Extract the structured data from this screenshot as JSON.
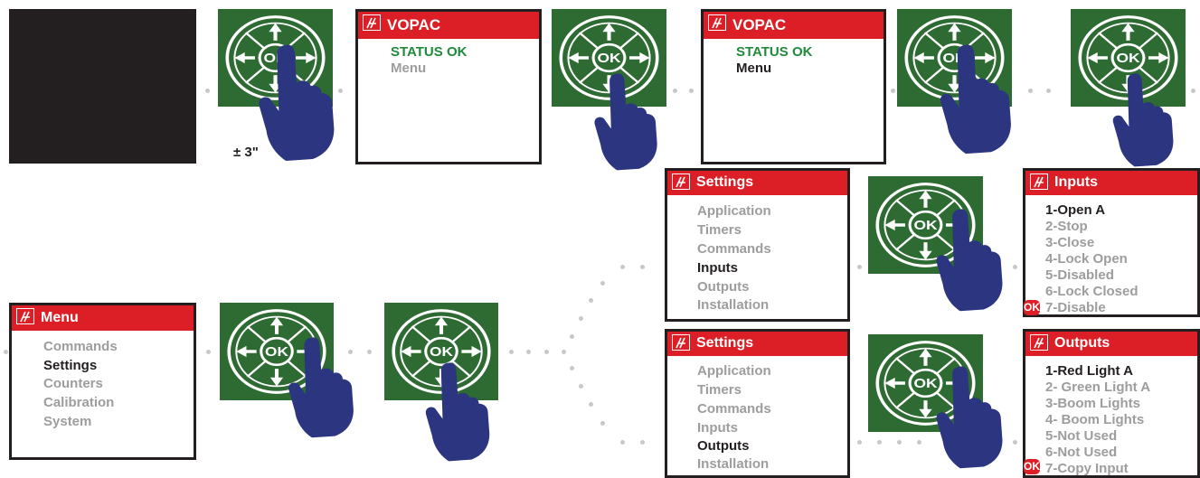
{
  "timing_label": "± 3\"",
  "screens": {
    "vopac1": {
      "title": "VOPAC",
      "items": [
        "STATUS OK",
        "Menu"
      ]
    },
    "vopac2": {
      "title": "VOPAC",
      "items": [
        "STATUS OK",
        "Menu"
      ]
    },
    "menu": {
      "title": "Menu",
      "items": [
        "Commands",
        "Settings",
        "Counters",
        "Calibration",
        "System"
      ]
    },
    "settings1": {
      "title": "Settings",
      "items": [
        "Application",
        "Timers",
        "Commands",
        "Inputs",
        "Outputs",
        "Installation"
      ]
    },
    "settings2": {
      "title": "Settings",
      "items": [
        "Application",
        "Timers",
        "Commands",
        "Inputs",
        "Outputs",
        "Installation"
      ]
    },
    "inputs": {
      "title": "Inputs",
      "items": [
        "1-Open A",
        "2-Stop",
        "3-Close",
        "4-Lock Open",
        "5-Disabled",
        "6-Lock Closed",
        "7-Disable"
      ]
    },
    "outputs": {
      "title": "Outputs",
      "items": [
        "1-Red Light A",
        "2- Green Light A",
        "3-Boom Lights",
        "4- Boom Lights",
        "5-Not Used",
        "6-Not Used",
        "7-Copy Input"
      ]
    }
  },
  "pad": {
    "ok_label": "OK"
  },
  "badge": {
    "ok_label": "OK"
  },
  "colors": {
    "brand_red": "#dc1f26",
    "pad_green": "#2e6b33",
    "hand_blue": "#2b3580",
    "status_green": "#1f8a3a"
  }
}
